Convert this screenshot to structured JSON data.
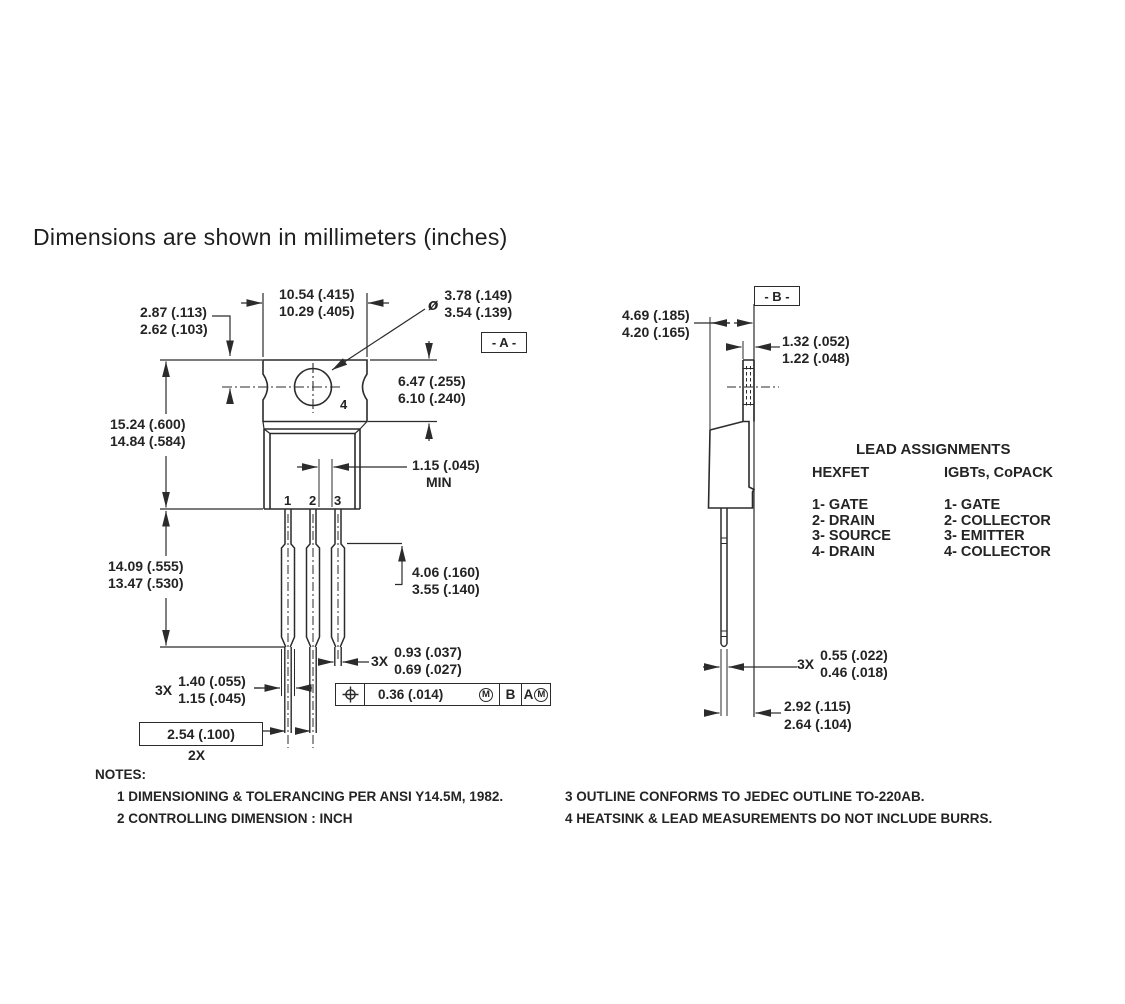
{
  "title": "Dimensions are shown in millimeters (inches)",
  "colors": {
    "ink": "#2b2b2b",
    "paper": "#ffffff"
  },
  "front_view": {
    "datum_a": "- A -",
    "pins": [
      "1",
      "2",
      "3",
      "4"
    ],
    "dims": {
      "hole_offset": {
        "l1": "2.87 (.113)",
        "l2": "2.62 (.103)"
      },
      "tab_width": {
        "l1": "10.54 (.415)",
        "l2": "10.29 (.405)"
      },
      "hole_dia": {
        "symbol": "ø",
        "l1": "3.78 (.149)",
        "l2": "3.54 (.139)"
      },
      "tab_height": {
        "l1": "6.47 (.255)",
        "l2": "6.10 (.240)"
      },
      "body_height": {
        "l1": "15.24 (.600)",
        "l2": "14.84 (.584)"
      },
      "lead_gap": {
        "l1": "1.15 (.045)",
        "l2": "MIN"
      },
      "lead_length": {
        "l1": "14.09 (.555)",
        "l2": "13.47 (.530)"
      },
      "lead_step": {
        "l1": "4.06 (.160)",
        "l2": "3.55 (.140)"
      },
      "lead_width_tip": {
        "qty": "3X",
        "l1": "0.93 (.037)",
        "l2": "0.69 (.027)"
      },
      "lead_width_base": {
        "qty": "3X",
        "l1": "1.40 (.055)",
        "l2": "1.15 (.045)"
      },
      "lead_pitch": {
        "value": "2.54 (.100)",
        "qty": "2X"
      }
    },
    "fcf": {
      "tolerance": "0.36 (.014)",
      "modifier1": "M",
      "datum1": "B",
      "datum2": "A",
      "modifier2": "M"
    }
  },
  "side_view": {
    "datum_b": "- B -",
    "dims": {
      "body_thickness": {
        "l1": "4.69 (.185)",
        "l2": "4.20 (.165)"
      },
      "tab_thickness": {
        "l1": "1.32 (.052)",
        "l2": "1.22 (.048)"
      },
      "lead_thickness": {
        "qty": "3X",
        "l1": "0.55 (.022)",
        "l2": "0.46 (.018)"
      },
      "lead_offset": {
        "l1": "2.92 (.115)",
        "l2": "2.64 (.104)"
      }
    }
  },
  "lead_assignments": {
    "title": "LEAD ASSIGNMENTS",
    "columns": [
      {
        "header": "HEXFET",
        "items": [
          "1- GATE",
          "2- DRAIN",
          "3- SOURCE",
          "4- DRAIN"
        ]
      },
      {
        "header": "IGBTs, CoPACK",
        "items": [
          "1- GATE",
          "2- COLLECTOR",
          "3- EMITTER",
          "4- COLLECTOR"
        ]
      }
    ]
  },
  "notes": {
    "title": "NOTES:",
    "left": [
      "1  DIMENSIONING & TOLERANCING PER ANSI Y14.5M, 1982.",
      "2  CONTROLLING DIMENSION : INCH"
    ],
    "right": [
      "3  OUTLINE CONFORMS TO JEDEC OUTLINE TO-220AB.",
      "4  HEATSINK & LEAD MEASUREMENTS DO NOT INCLUDE BURRS."
    ]
  }
}
